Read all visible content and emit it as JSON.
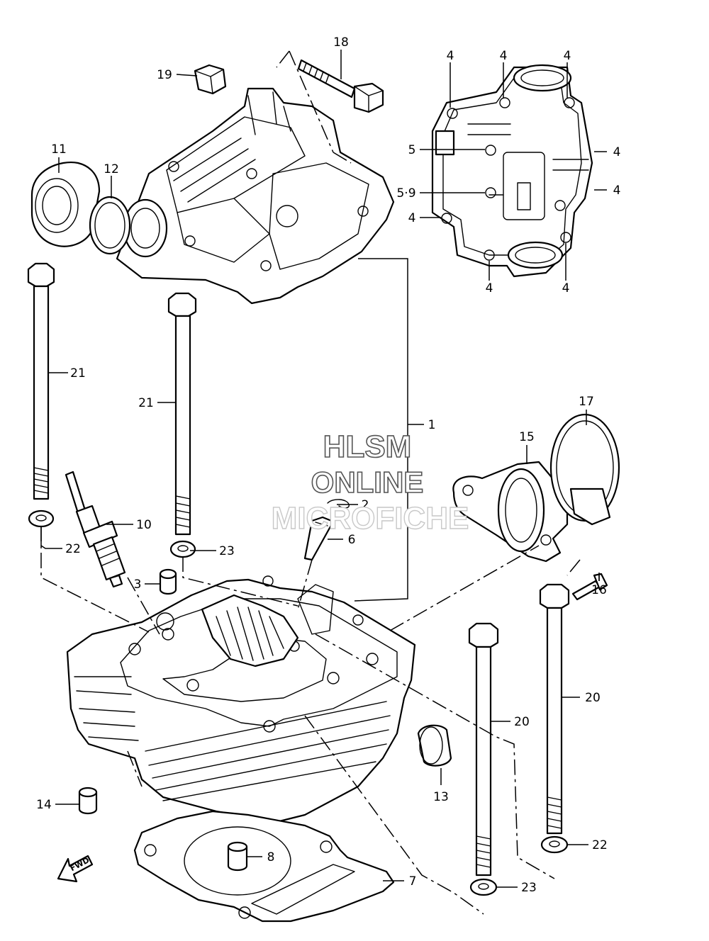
{
  "watermark": {
    "line1": "HLSM",
    "line2": "ONLINE",
    "line3": "MICROFICHE"
  },
  "fwd_label": "FWD",
  "callouts": {
    "c1": "1",
    "c2": "2",
    "c3": "3",
    "c4a": "4",
    "c4b": "4",
    "c4c": "4",
    "c4d": "4",
    "c4e": "4",
    "c4f": "4",
    "c4g": "4",
    "c4h": "4",
    "c5": "5",
    "c59": "5·9",
    "c6": "6",
    "c7": "7",
    "c8": "8",
    "c10": "10",
    "c11": "11",
    "c12": "12",
    "c13": "13",
    "c14": "14",
    "c15": "15",
    "c16": "16",
    "c17": "17",
    "c18": "18",
    "c19": "19",
    "c20a": "20",
    "c20b": "20",
    "c21a": "21",
    "c21b": "21",
    "c22a": "22",
    "c22b": "22",
    "c23a": "23",
    "c23b": "23"
  },
  "colors": {
    "line": "#000000",
    "background": "#ffffff",
    "watermark_outline": "#555555"
  }
}
